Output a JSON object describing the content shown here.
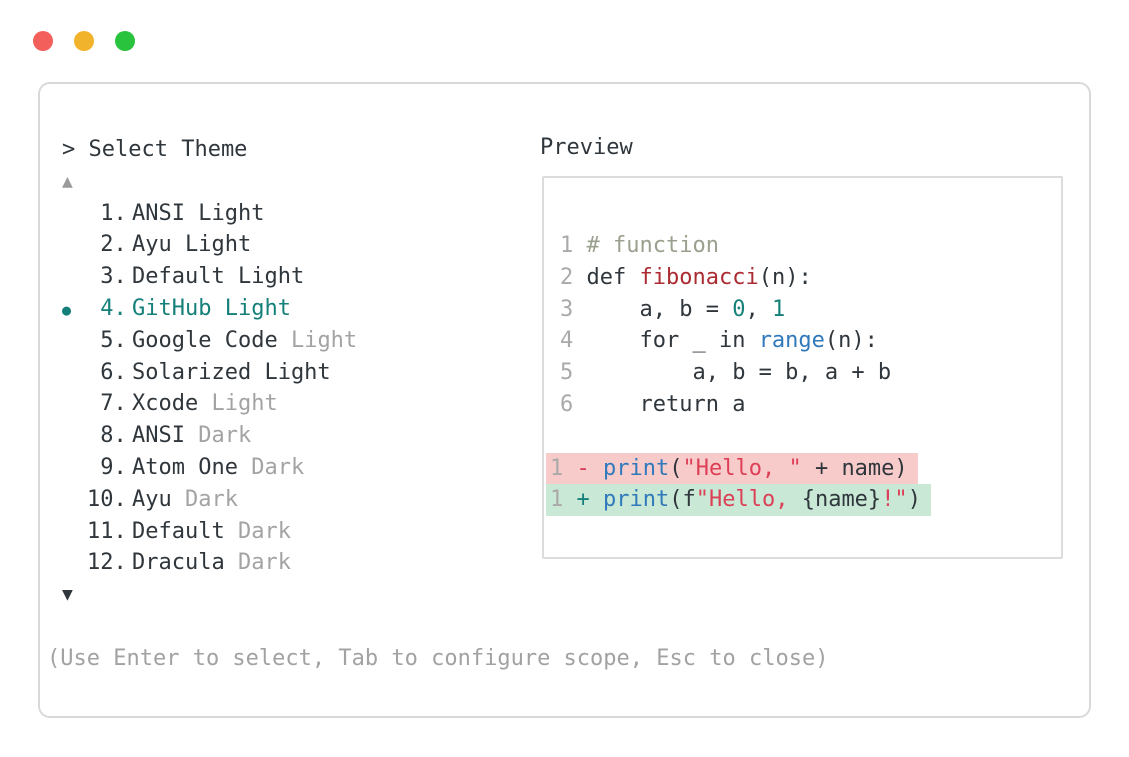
{
  "colors": {
    "text": "#2f363c",
    "dim_text": "#a3a3a3",
    "line_number": "#a9a9a9",
    "accent_teal": "#15807a",
    "token_blue": "#3079bb",
    "token_function_red": "#ab2b32",
    "token_string_red": "#dd3f57",
    "token_comment": "#9aa08e",
    "deletion_background": "#f8cbcb",
    "addition_background": "#c9e8d5",
    "window_border": "#d9d9d9",
    "preview_border": "#dcdcdc",
    "traffic_red": "#f35f5a",
    "traffic_yellow": "#f2b32c",
    "traffic_green": "#2ac33e"
  },
  "prompt": {
    "label": "> Select Theme"
  },
  "list": {
    "scroll_up": "▲",
    "scroll_down": "▼",
    "selected_bullet": "●",
    "items": [
      {
        "number": " 1.",
        "name": "ANSI Light",
        "dim_part": "",
        "selected": false
      },
      {
        "number": " 2.",
        "name": "Ayu Light",
        "dim_part": "",
        "selected": false
      },
      {
        "number": " 3.",
        "name": "Default Light",
        "dim_part": "",
        "selected": false
      },
      {
        "number": " 4.",
        "name": "GitHub Light",
        "dim_part": "",
        "selected": true
      },
      {
        "number": " 5.",
        "name": "Google Code",
        "dim_part": "Light",
        "selected": false
      },
      {
        "number": " 6.",
        "name": "Solarized Light",
        "dim_part": "",
        "selected": false
      },
      {
        "number": " 7.",
        "name": "Xcode",
        "dim_part": "Light",
        "selected": false
      },
      {
        "number": " 8.",
        "name": "ANSI",
        "dim_part": "Dark",
        "selected": false
      },
      {
        "number": " 9.",
        "name": "Atom One",
        "dim_part": "Dark",
        "selected": false
      },
      {
        "number": "10.",
        "name": "Ayu",
        "dim_part": "Dark",
        "selected": false
      },
      {
        "number": "11.",
        "name": "Default",
        "dim_part": "Dark",
        "selected": false
      },
      {
        "number": "12.",
        "name": "Dracula",
        "dim_part": "Dark",
        "selected": false
      }
    ]
  },
  "preview": {
    "label": "Preview",
    "code_lines": [
      {
        "num": "1",
        "bg": "",
        "tokens": [
          [
            "comment",
            "# function"
          ]
        ]
      },
      {
        "num": "2",
        "bg": "",
        "tokens": [
          [
            "plain",
            "def "
          ],
          [
            "func",
            "fibonacci"
          ],
          [
            "plain",
            "(n):"
          ]
        ]
      },
      {
        "num": "3",
        "bg": "",
        "tokens": [
          [
            "plain",
            "    a, b = "
          ],
          [
            "numlit",
            "0"
          ],
          [
            "plain",
            ", "
          ],
          [
            "numlit",
            "1"
          ]
        ]
      },
      {
        "num": "4",
        "bg": "",
        "tokens": [
          [
            "plain",
            "    for _ in "
          ],
          [
            "builtin",
            "range"
          ],
          [
            "plain",
            "(n):"
          ]
        ]
      },
      {
        "num": "5",
        "bg": "",
        "tokens": [
          [
            "plain",
            "        a, b = b, a + b"
          ]
        ]
      },
      {
        "num": "6",
        "bg": "",
        "tokens": [
          [
            "plain",
            "    return a"
          ]
        ]
      },
      {
        "num": "",
        "bg": "",
        "tokens": []
      },
      {
        "num": "1",
        "bg": "del",
        "tokens": [
          [
            "delsign",
            "- "
          ],
          [
            "builtin",
            "print"
          ],
          [
            "plain",
            "("
          ],
          [
            "string",
            "\"Hello, \""
          ],
          [
            "plain",
            " + name)"
          ]
        ]
      },
      {
        "num": "1",
        "bg": "add",
        "tokens": [
          [
            "addsign",
            "+ "
          ],
          [
            "builtin",
            "print"
          ],
          [
            "plain",
            "(f"
          ],
          [
            "string",
            "\"Hello, "
          ],
          [
            "plain",
            "{name}"
          ],
          [
            "string",
            "!\""
          ],
          [
            "plain",
            ")"
          ]
        ]
      }
    ]
  },
  "footer": {
    "hint": "(Use Enter to select, Tab to configure scope, Esc to close)"
  }
}
